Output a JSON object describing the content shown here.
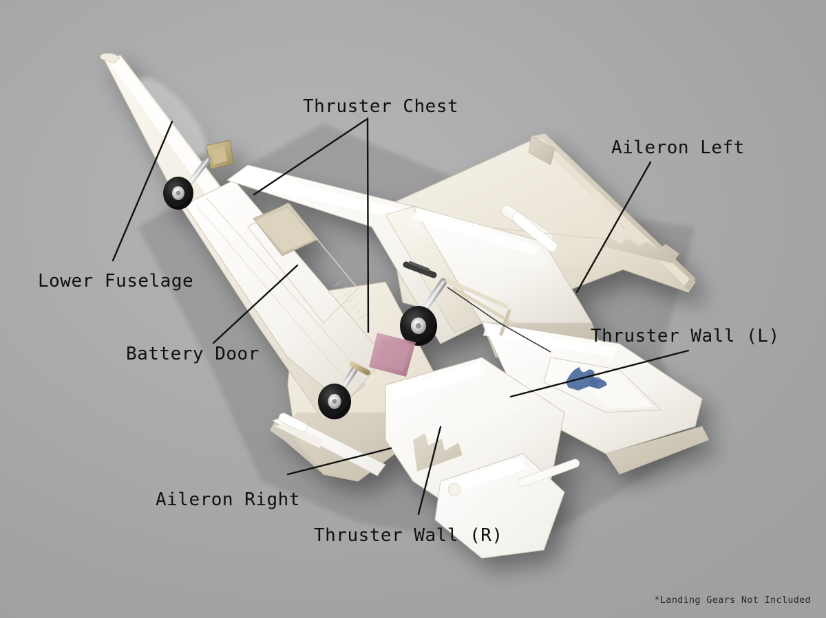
{
  "image": {
    "subject": "RC foam jet airplane underside view with part callouts",
    "background_color": "#aaabac",
    "label_color": "#101010",
    "leader_line_color": "#111111",
    "foam_color": "#f3efe6",
    "accent_logo_color": "#4a6a9c",
    "wheel_color": "#1a1a1a",
    "battery_connector_color": "#b98a9c"
  },
  "labels": [
    {
      "id": "thruster-chest",
      "text": "Thruster Chest"
    },
    {
      "id": "aileron-left",
      "text": "Aileron Left"
    },
    {
      "id": "lower-fuselage",
      "text": "Lower Fuselage"
    },
    {
      "id": "battery-door",
      "text": "Battery Door"
    },
    {
      "id": "thruster-wall-l",
      "text": "Thruster Wall (L)"
    },
    {
      "id": "aileron-right",
      "text": "Aileron Right"
    },
    {
      "id": "thruster-wall-r",
      "text": "Thruster Wall (R)"
    }
  ],
  "footnote": {
    "text": "*Landing Gears Not Included"
  },
  "parts_visible": [
    "nose cone",
    "nose landing gear wheel",
    "main landing gear left wheel",
    "main landing gear right wheel",
    "battery access door panel",
    "left wing aileron strip",
    "right wing aileron strip",
    "thruster chest panel",
    "thruster wall left",
    "thruster wall right",
    "vertical stabilizer with blue decal"
  ]
}
